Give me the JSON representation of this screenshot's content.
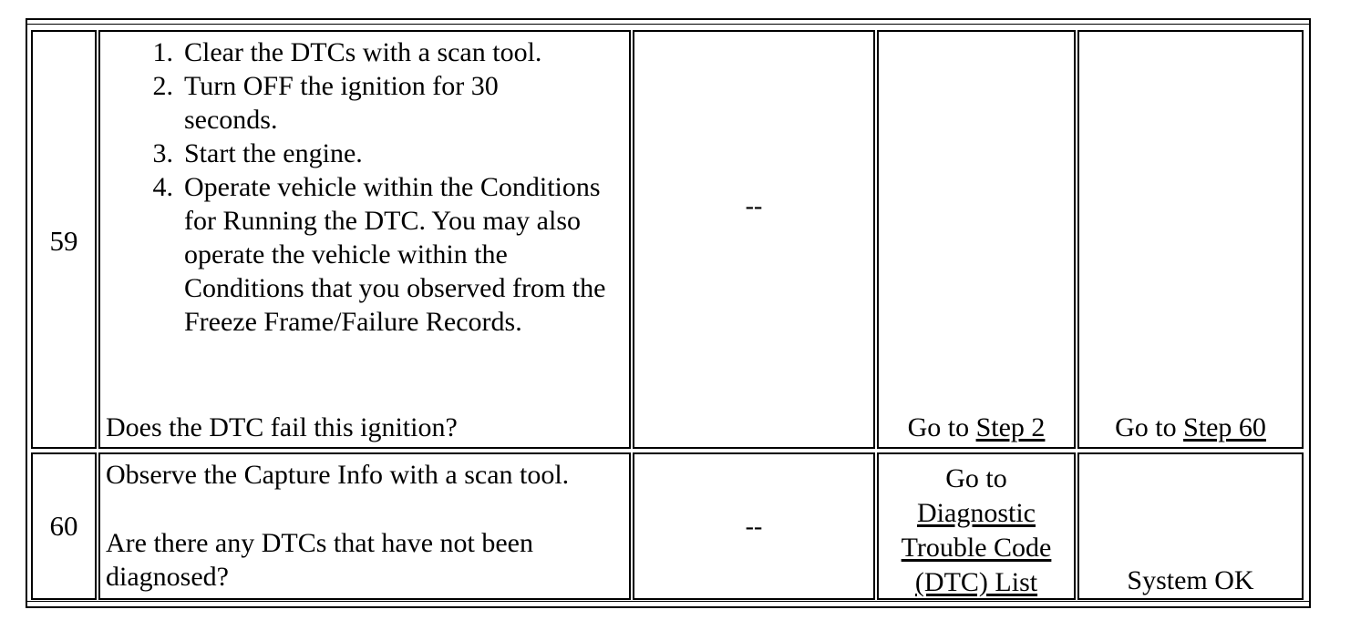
{
  "rows": [
    {
      "step": "59",
      "action_items": [
        {
          "num": "1.",
          "text": "Clear the DTCs with a scan tool."
        },
        {
          "num": "2.",
          "text": "Turn OFF the ignition for 30 seconds."
        },
        {
          "num": "3.",
          "text": "Start the engine."
        },
        {
          "num": "4.",
          "text": "Operate vehicle within the Conditions for Running the DTC. You may also operate the vehicle within the Conditions that you observed from the Freeze Frame/Failure Records."
        }
      ],
      "question": "Does the DTC fail this ignition?",
      "value": "--",
      "yes_prefix": "Go to ",
      "yes_link": "Step 2",
      "no_prefix": "Go to ",
      "no_link": "Step 60"
    },
    {
      "step": "60",
      "action": "Observe the Capture Info with a scan tool.",
      "question": "Are there any DTCs that have not been diagnosed?",
      "value": "--",
      "yes_prefix": "Go to",
      "yes_link": "Diagnostic Trouble Code (DTC) List",
      "no_text": "System OK"
    }
  ]
}
